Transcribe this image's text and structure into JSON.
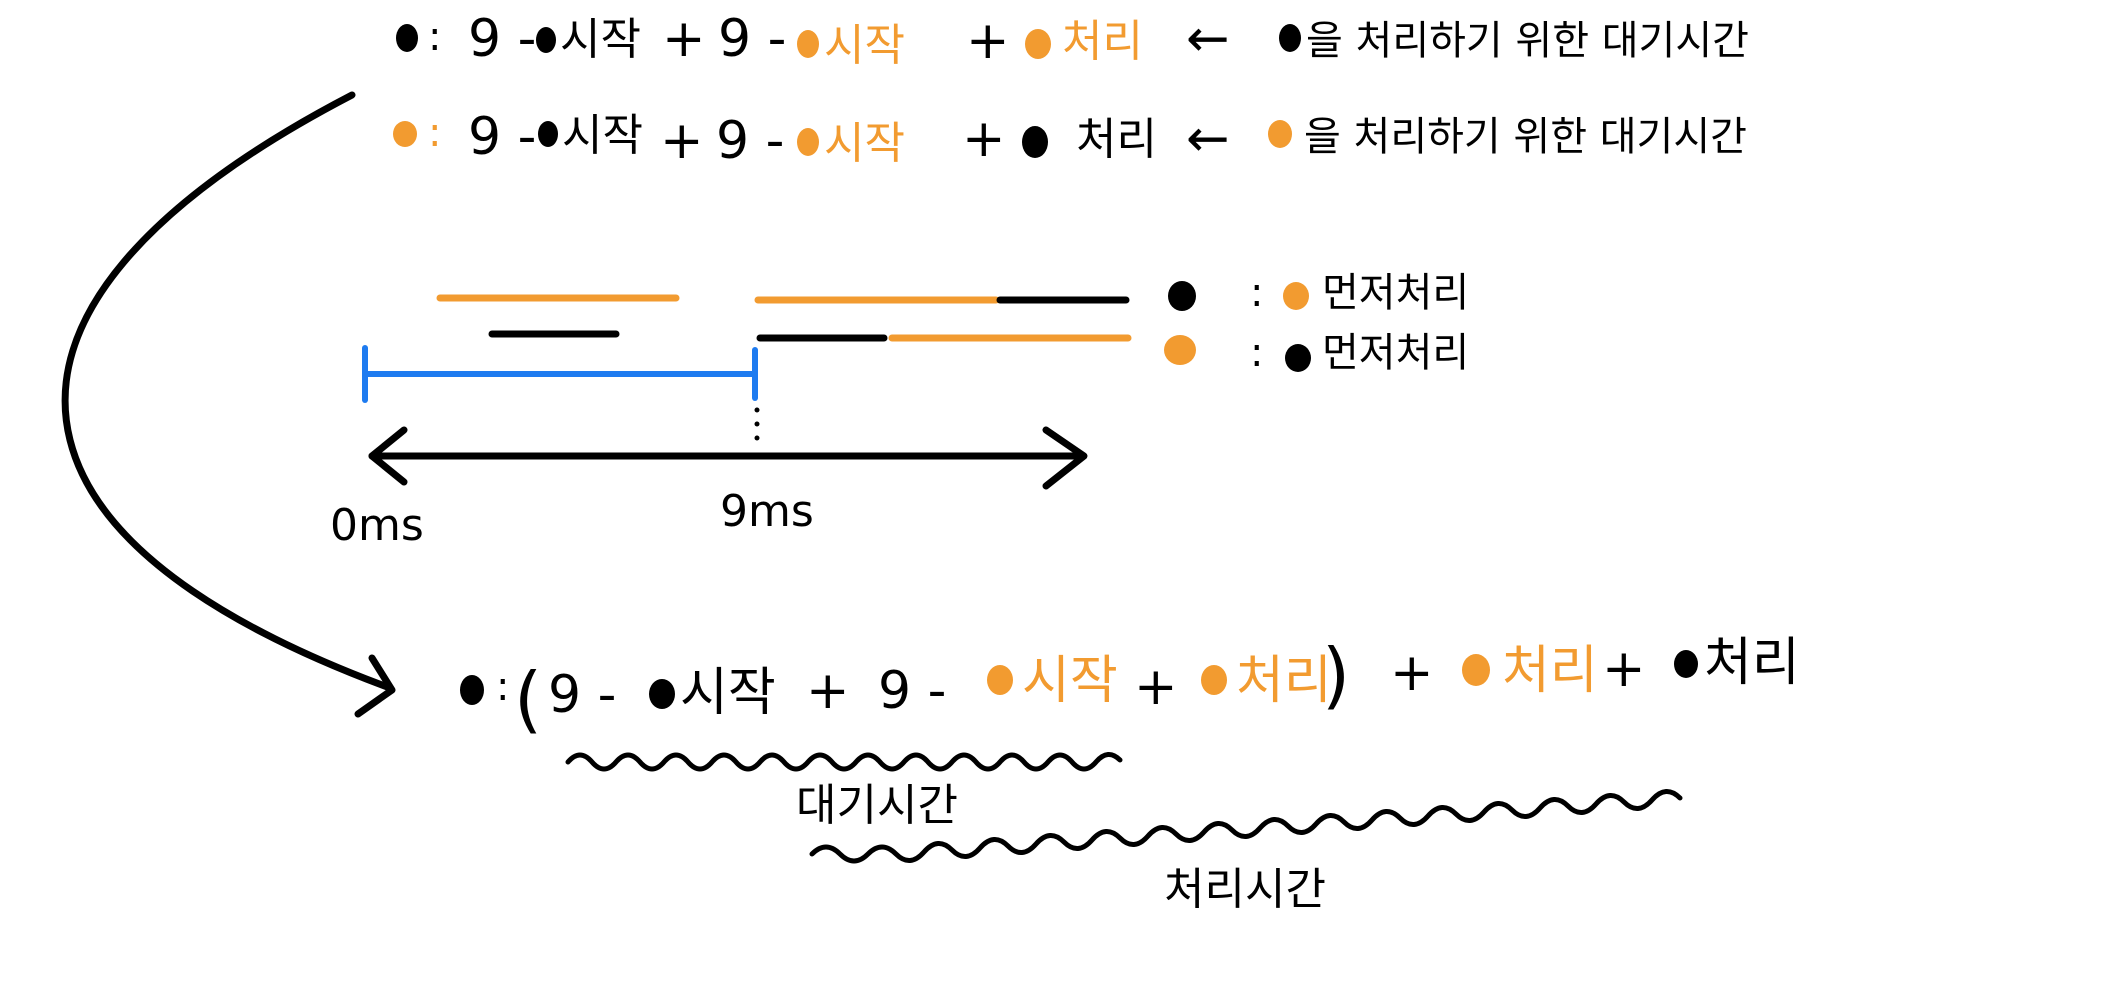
{
  "colors": {
    "orange": "#F29B30",
    "black": "#000000",
    "blue": "#1E7BF0",
    "background": "#FFFFFF"
  },
  "formulas": {
    "black_line": {
      "prefix": ":",
      "part1": "9 -",
      "start1": "시작",
      "plus1": "+",
      "part2": "9 -",
      "start2": "시작",
      "plus2": "+",
      "process": "처리",
      "arrow": "←",
      "note_suffix": "을 처리하기 위한 대기시간"
    },
    "orange_line": {
      "prefix": ":",
      "part1": "9 -",
      "start1": "시작",
      "plus1": "+",
      "part2": "9 -",
      "start2": "시작",
      "plus2": "+",
      "process": "처리",
      "arrow": "←",
      "note_suffix": "을 처리하기 위한 대기시간"
    }
  },
  "timeline": {
    "start_label": "0ms",
    "mid_label": "9ms"
  },
  "legend": [
    {
      "marker": "black",
      "sep": ":",
      "dot": "orange",
      "text": "먼저처리"
    },
    {
      "marker": "orange",
      "sep": ":",
      "dot": "black",
      "text": "먼저처리"
    }
  ],
  "bottom_formula": {
    "prefix": ":",
    "open": "(",
    "part1": "9 -",
    "start1": "시작",
    "plus1": "+",
    "part2": "9 -",
    "start2": "시작",
    "plus2": "+",
    "process1": "처리",
    "close": ")",
    "plus3": "+",
    "process2": "처리",
    "plus4": "+",
    "process3": "처리"
  },
  "annotations": {
    "waiting_time": "대기시간",
    "processing_time": "처리시간"
  },
  "icons": [
    "black-dot-icon",
    "orange-dot-icon",
    "curved-arrow-icon",
    "double-arrow-axis-icon"
  ]
}
